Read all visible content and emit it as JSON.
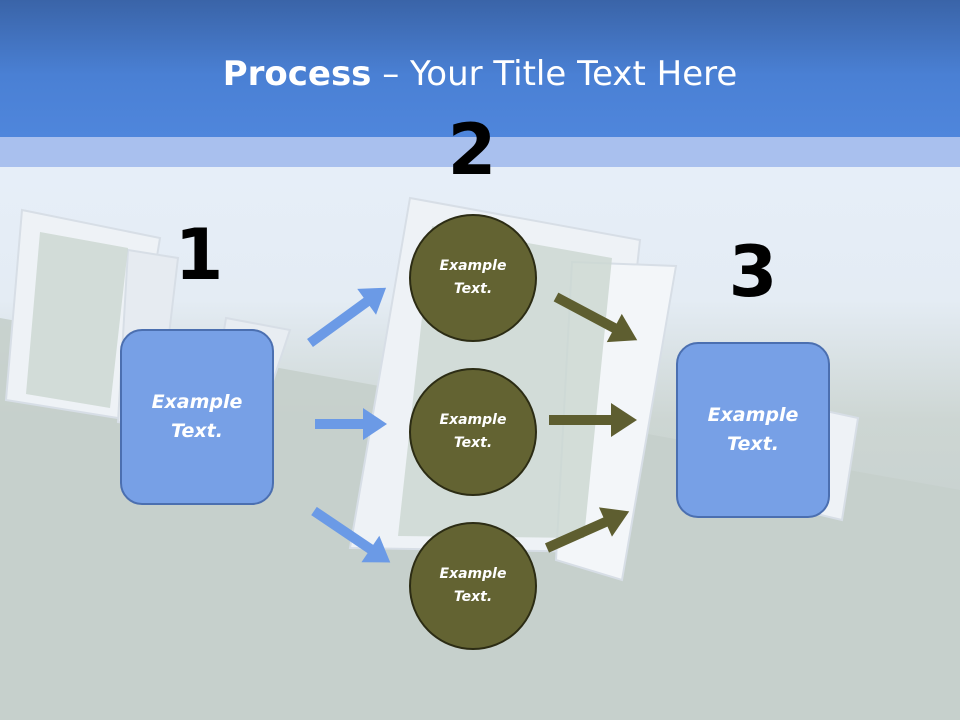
{
  "header": {
    "title_strong": "Process",
    "title_rest": " – Your Title Text Here"
  },
  "steps": {
    "one": "1",
    "two": "2",
    "three": "3"
  },
  "nodes": {
    "left_box": "Example Text.",
    "circle_top": "Example Text.",
    "circle_middle": "Example Text.",
    "circle_bottom": "Example Text.",
    "right_box": "Example Text."
  },
  "colors": {
    "header": "#4a80d4",
    "box_fill": "#77a0e6",
    "circle_fill": "#636332",
    "blue_arrow": "#6b9ae6",
    "olive_arrow": "#5e5e30"
  }
}
